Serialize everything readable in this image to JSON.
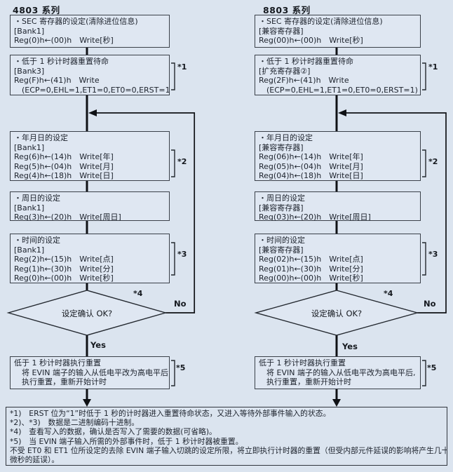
{
  "colors": {
    "background": "#dbe4ef",
    "box_border": "#3a4049",
    "flow_line": "#0f1115",
    "text": "#1c222c"
  },
  "columns": [
    {
      "header": "4803 系列",
      "boxes": [
        {
          "lines": [
            "・SEC 寄存器的设定(清除进位信息)",
            "[Bank1]",
            "Reg(0)h←(00)h　Write[秒]"
          ]
        },
        {
          "note": "*1",
          "lines": [
            "・低于 1 秒计时器重置待命",
            "[Bank3]",
            "Reg(F)h←(41)h　Write",
            "　(ECP=0,EHL=1,ET1=0,ET0=0,ERST=1)"
          ]
        },
        {
          "note": "*2",
          "lines": [
            "・年月日的设定",
            "[Bank1]",
            "Reg(6)h←(14)h　Write[年]",
            "Reg(5)h←(04)h　Write[月]",
            "Reg(4)h←(18)h　Write[日]"
          ]
        },
        {
          "lines": [
            "・周日的设定",
            "[Bank1]",
            "Reg(3)h←(20)h　Write[周日]"
          ]
        },
        {
          "note": "*3",
          "lines": [
            "・时间的设定",
            "[Bank1]",
            "Reg(2)h←(15)h　Write[点]",
            "Reg(1)h←(30)h　Write[分]",
            "Reg(0)h←(00)h　Write[秒]"
          ]
        },
        {
          "note": "*5",
          "lines": [
            "低于 1 秒计时器执行重置",
            "　将 EVIN 端子的输入从低电平改为高电平后,",
            "　执行重置，重新开始计时"
          ]
        }
      ],
      "decision": {
        "text": "设定确认 OK?",
        "note": "*4",
        "yes_label": "Yes",
        "no_label": "No"
      }
    },
    {
      "header": "8803 系列",
      "boxes": [
        {
          "lines": [
            "・SEC 寄存器的设定(清除进位信息)",
            "[兼容寄存器]",
            "Reg(00)h←(00)h　Write[秒]"
          ]
        },
        {
          "note": "*1",
          "lines": [
            "・低于 1 秒计时器重置待命",
            "[扩充寄存器②]",
            "Reg(2F)h←(41)h　Write",
            "　(ECP=0,EHL=1,ET1=0,ET0=0,ERST=1)"
          ]
        },
        {
          "note": "*2",
          "lines": [
            "・年月日的设定",
            "[兼容寄存器]",
            "Reg(06)h←(14)h　Write[年]",
            "Reg(05)h←(04)h　Write[月]",
            "Reg(04)h←(18)h　Write[日]"
          ]
        },
        {
          "lines": [
            "・周日的设定",
            "[兼容寄存器]",
            "Reg(03)h←(20)h　Write[周日]"
          ]
        },
        {
          "note": "*3",
          "lines": [
            "・时间的设定",
            "[兼容寄存器]",
            "Reg(02)h←(15)h　Write[点]",
            "Reg(01)h←(30)h　Write[分]",
            "Reg(00)h←(00)h　Write[秒]"
          ]
        },
        {
          "note": "*5",
          "lines": [
            "低于 1 秒计时器执行重置",
            "　将 EVIN 端子的输入从低电平改为高电平后,",
            "　执行重置，重新开始计时"
          ]
        }
      ],
      "decision": {
        "text": "设定确认 OK?",
        "note": "*4",
        "yes_label": "Yes",
        "no_label": "No"
      }
    }
  ],
  "footnote": {
    "lines": [
      "*1)　ERST 位为“1”时低于 1 秒的计时器进入重置待命状态，又进入等待外部事件输入的状态。",
      "*2)、*3)　数据是二进制编码十进制。",
      "*4)　查看写入的数据，确认是否写入了需要的数据(可省略)。",
      "*5)　当 EVIN 端子输入所需的外部事件时，低于 1 秒计时器被重置。",
      "不受 ET0 和 ET1 位所设定的去除 EVIN 端子输入切跳的设定所限，将立即执行计时器的重置（但受内部元件延误的影响将产生几十毫",
      "微秒的延误）。"
    ]
  }
}
